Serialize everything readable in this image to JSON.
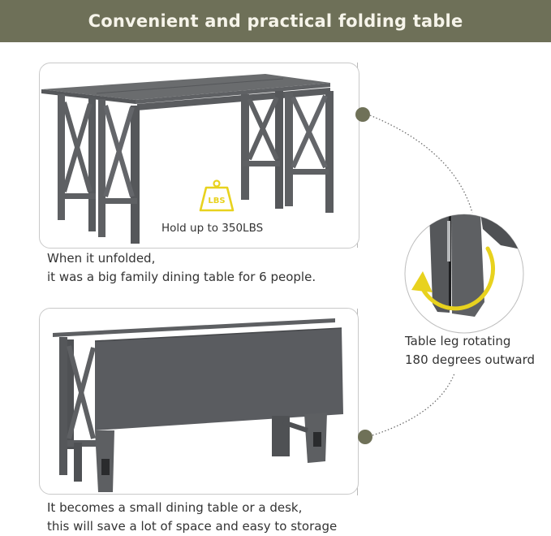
{
  "banner": {
    "title": "Convenient and practical folding table",
    "background": "#6e7058"
  },
  "unfolded_card": {
    "image": "grey-dining-table-unfolded-x-frame-legs",
    "badge": {
      "icon": "weight-icon",
      "icon_text": "LBS",
      "label": "Hold up to 350LBS",
      "color": "#e8d21e"
    },
    "caption": [
      "When it unfolded,",
      "it was a big family dining table for 6 people."
    ]
  },
  "folded_card": {
    "image": "grey-table-folded-drop-leaf-console",
    "caption": [
      "It becomes a small dining table or a desk,",
      "this will save a lot of space and easy to storage"
    ]
  },
  "feature_callout": {
    "image": "table-leg-hinge-closeup",
    "icon": "rotate-arrow-icon",
    "label": [
      "Table leg rotating",
      "180 degrees outward"
    ],
    "dot_color": "#6f7158",
    "arrow_color": "#e8d21e"
  }
}
